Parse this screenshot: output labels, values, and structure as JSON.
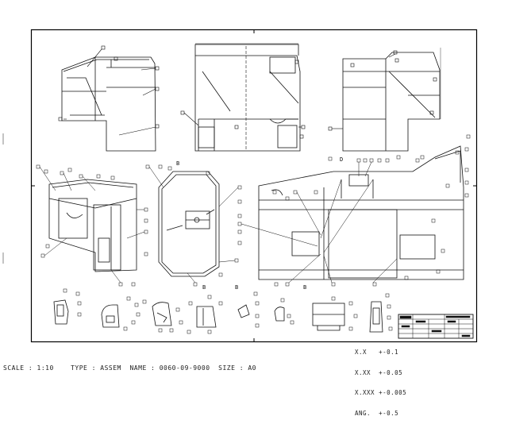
{
  "footer": {
    "text": "SCALE : 1:10    TYPE : ASSEM  NAME : 0060-09-9000  SIZE : A0"
  },
  "tolerances": [
    "X.X   +-0.1",
    "X.XX  +-0.05",
    "X.XXX +-0.005",
    "ANG.  +-0.5"
  ],
  "callout_letters": [
    "B",
    "D",
    "B",
    "B",
    "B"
  ],
  "colors": {
    "line": "#111111",
    "paper": "#ffffff",
    "border": "#000000"
  }
}
